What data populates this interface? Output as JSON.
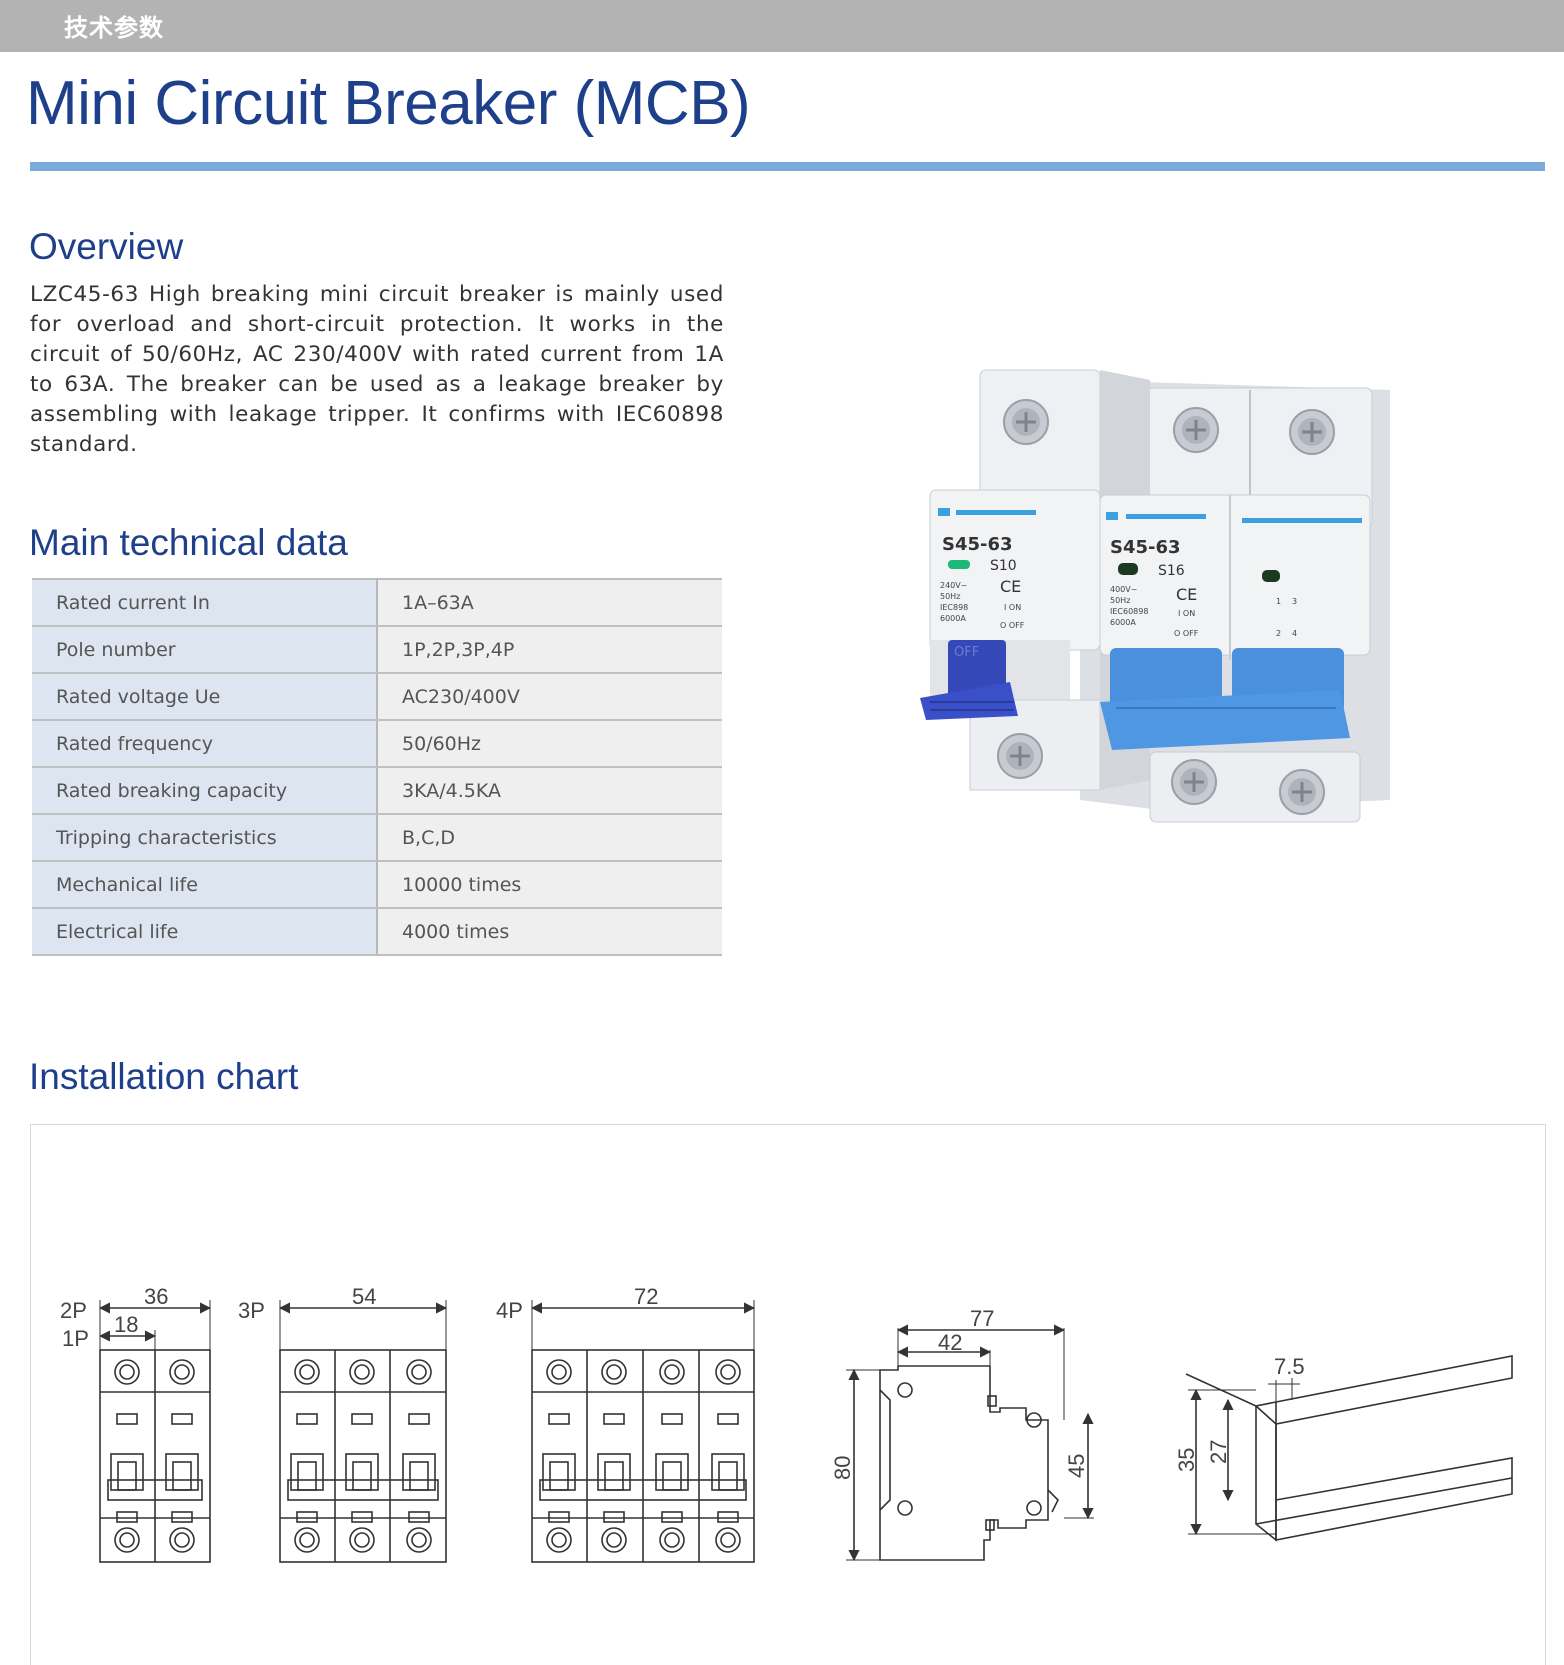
{
  "header": {
    "category": "技术参数"
  },
  "page_title": "Mini Circuit Breaker (MCB)",
  "overview": {
    "heading": "Overview",
    "text": "LZC45-63 High breaking mini circuit breaker is mainly used for overload and short-circuit protection. It works in the circuit of 50/60Hz, AC 230/400V with rated current from 1A to 63A. The breaker can be used as a leakage breaker by assembling with leakage tripper. It confirms with IEC60898 standard."
  },
  "technical_data": {
    "heading": "Main technical data",
    "rows": [
      {
        "param": "Rated current In",
        "value": "1A–63A"
      },
      {
        "param": "Pole number",
        "value": "1P,2P,3P,4P"
      },
      {
        "param": "Rated voltage Ue",
        "value": "AC230/400V"
      },
      {
        "param": "Rated frequency",
        "value": "50/60Hz"
      },
      {
        "param": "Rated breaking capacity",
        "value": "3KA/4.5KA"
      },
      {
        "param": "Tripping characteristics",
        "value": "B,C,D"
      },
      {
        "param": "Mechanical life",
        "value": "10000 times"
      },
      {
        "param": "Electrical life",
        "value": "4000 times"
      }
    ]
  },
  "product_photo": {
    "left_unit": {
      "model": "S45-63",
      "rating": "S10",
      "specs": [
        "240V~",
        "50Hz",
        "IEC898",
        "6000A"
      ],
      "on_label": "I ON",
      "off_label": "O OFF",
      "handle_text": "OFF"
    },
    "right_unit": {
      "model": "S45-63",
      "rating": "S16",
      "specs": [
        "400V~",
        "50Hz",
        "IEC60898",
        "6000A"
      ],
      "on_label": "I ON",
      "off_label": "O OFF",
      "terminal_marks": [
        "1",
        "3",
        "2",
        "4"
      ]
    },
    "ce_mark": "CE",
    "colors": {
      "handle_dark": "#3548b8",
      "handle_light": "#4a90dc",
      "body": "#eceef2",
      "accent_stripe": "#3aa0e0",
      "indicator": "#1eb87a"
    }
  },
  "installation": {
    "heading": "Installation chart",
    "pole_labels": {
      "p2": "2P",
      "p1": "1P",
      "p3": "3P",
      "p4": "4P"
    },
    "widths": {
      "w2": "36",
      "w1": "18",
      "w3": "54",
      "w4": "72"
    },
    "side_view": {
      "depth_total": "77",
      "depth_front": "42",
      "height": "80",
      "front_height": "45"
    },
    "rail": {
      "slot": "7.5",
      "height_outer": "35",
      "height_inner": "27"
    }
  }
}
